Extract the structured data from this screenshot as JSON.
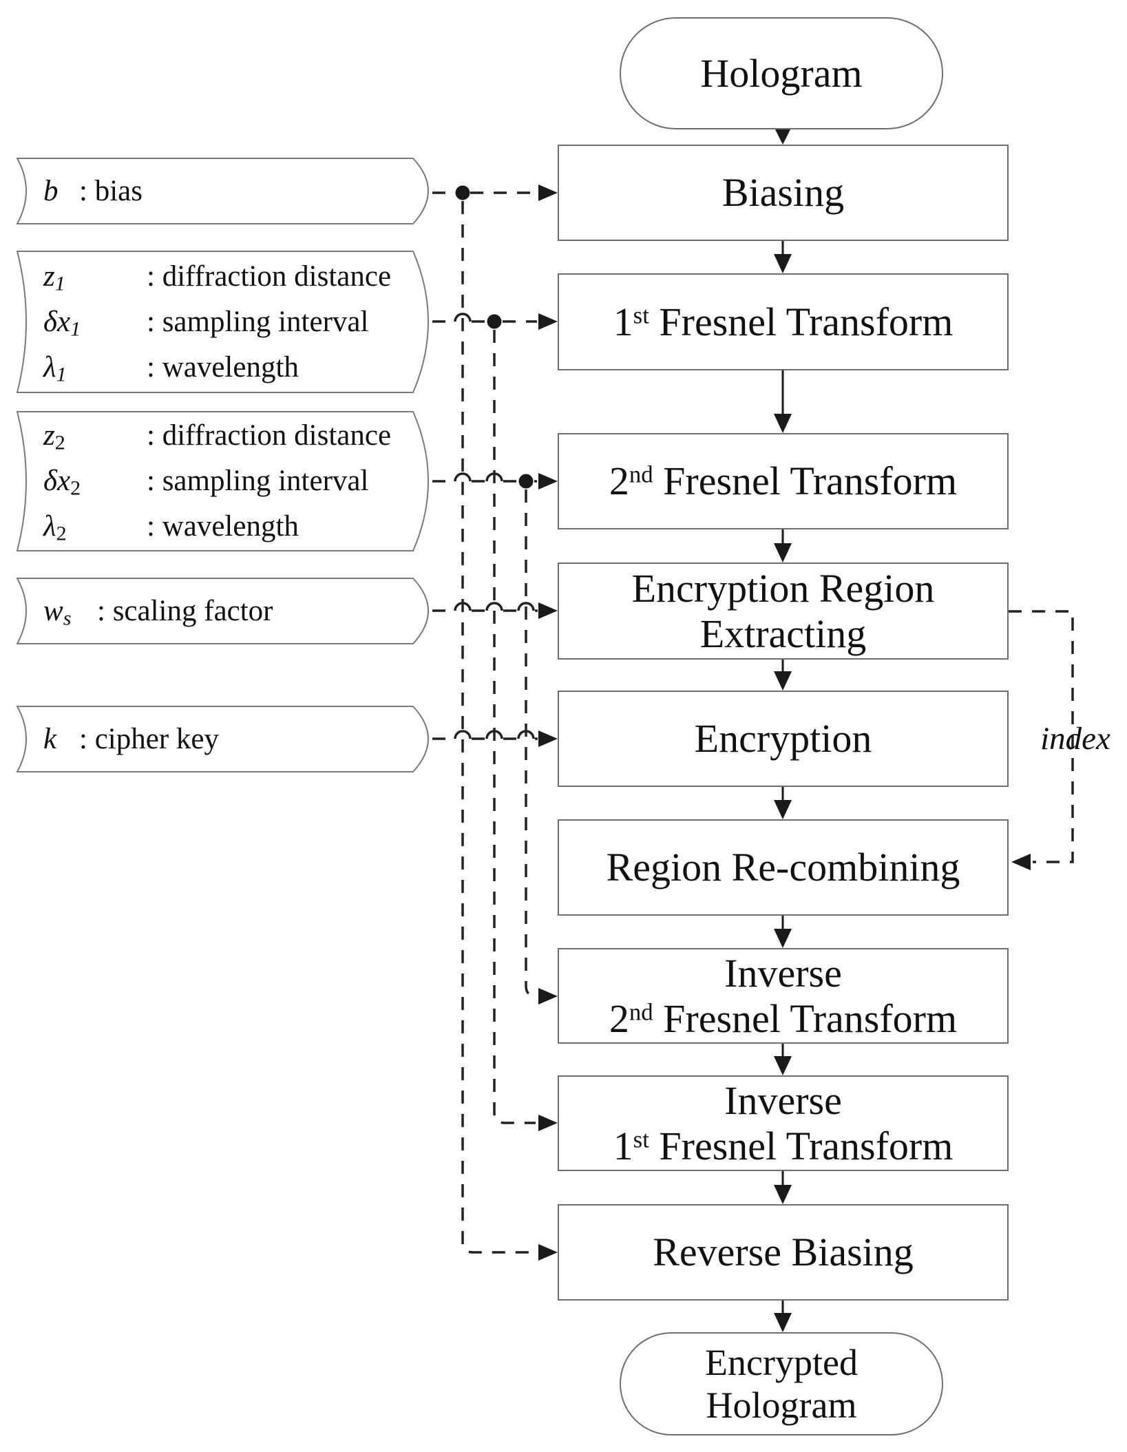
{
  "diagram": {
    "terminals": {
      "start": "Hologram",
      "end_line1": "Encrypted",
      "end_line2": "Hologram"
    },
    "boxes": {
      "biasing": {
        "label": "Biasing"
      },
      "fresnel1": {
        "num": "1",
        "ord": "st",
        "rest": " Fresnel Transform"
      },
      "fresnel2": {
        "num": "2",
        "ord": "nd",
        "rest": " Fresnel Transform"
      },
      "extracting": {
        "line1": "Encryption Region",
        "line2": "Extracting"
      },
      "encryption": {
        "label": "Encryption"
      },
      "recombining": {
        "label": "Region Re-combining"
      },
      "inv_fresnel2": {
        "line1": "Inverse",
        "num": "2",
        "ord": "nd",
        "rest": " Fresnel Transform"
      },
      "inv_fresnel1": {
        "line1": "Inverse",
        "num": "1",
        "ord": "st",
        "rest": " Fresnel Transform"
      },
      "reverse_biasing": {
        "label": "Reverse Biasing"
      }
    },
    "parameters": {
      "bias": {
        "var": "b",
        "sub": "",
        "desc": ": bias"
      },
      "group1": {
        "row1": {
          "var": "z",
          "sub": "1",
          "desc": ": diffraction distance"
        },
        "row2": {
          "var": "δx",
          "sub": "1",
          "desc": ": sampling interval"
        },
        "row3": {
          "var": "λ",
          "sub": "1",
          "desc": ": wavelength"
        }
      },
      "group2": {
        "row1": {
          "var": "z",
          "sub": "2",
          "desc": ": diffraction distance"
        },
        "row2": {
          "var": "δx",
          "sub": "2",
          "desc": ": sampling interval"
        },
        "row3": {
          "var": "λ",
          "sub": "2",
          "desc": ": wavelength"
        }
      },
      "scaling": {
        "var": "w",
        "sub": "s",
        "desc": ": scaling factor"
      },
      "cipher": {
        "var": "k",
        "sub": "",
        "desc": ": cipher key"
      }
    },
    "feedback_label": "index",
    "colors": {
      "line": "#222222",
      "box_border": "#6e6e6e",
      "text": "#111111"
    }
  }
}
